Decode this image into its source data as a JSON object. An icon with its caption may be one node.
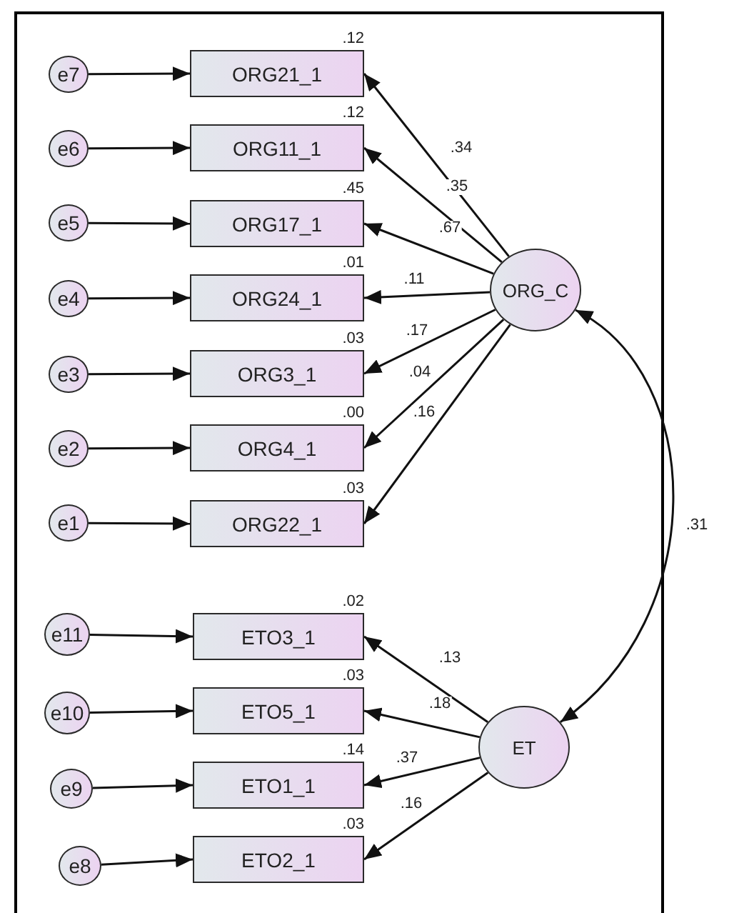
{
  "diagram": {
    "nodes": [
      {
        "text": [
          "e7"
        ]
      },
      {
        "text": [
          "ORG21_1"
        ],
        "beside": [
          ".12"
        ]
      },
      {
        "text": [
          "e6"
        ]
      },
      {
        "text": [
          "ORG11_1"
        ],
        "beside": [
          ".12"
        ]
      },
      {
        "text": [
          "e5"
        ]
      },
      {
        "text": [
          "ORG17_1"
        ],
        "beside": [
          ".45"
        ]
      },
      {
        "text": [
          "e4"
        ]
      },
      {
        "text": [
          "ORG24_1"
        ],
        "beside": [
          ".01"
        ]
      },
      {
        "text": [
          "ORG_C"
        ]
      },
      {
        "text": [
          "e3"
        ]
      },
      {
        "text": [
          "ORG3_1"
        ],
        "beside": [
          ".03"
        ]
      },
      {
        "text": [
          "e2"
        ]
      },
      {
        "text": [
          "ORG4_1"
        ],
        "beside": [
          ".00"
        ]
      },
      {
        "text": [
          "e1"
        ]
      },
      {
        "text": [
          "ORG22_1"
        ],
        "beside": [
          ".03"
        ]
      },
      {
        "text": [
          "e11"
        ]
      },
      {
        "text": [
          "ETO3_1"
        ],
        "beside": [
          ".02"
        ]
      },
      {
        "text": [
          "e10"
        ]
      },
      {
        "text": [
          "ETO5_1"
        ],
        "beside": [
          ".03"
        ]
      },
      {
        "text": [
          "ET"
        ]
      },
      {
        "text": [
          "e9"
        ]
      },
      {
        "text": [
          "ETO1_1"
        ],
        "beside": [
          ".14"
        ]
      },
      {
        "text": [
          "e8"
        ]
      },
      {
        "text": [
          "ETO2_1"
        ],
        "beside": [
          ".03"
        ]
      }
    ],
    "edges": [
      {
        "from": 0,
        "to": 1,
        "arrow": "to"
      },
      {
        "from": 2,
        "to": 3,
        "arrow": "to"
      },
      {
        "from": 4,
        "to": 5,
        "arrow": "to"
      },
      {
        "from": 6,
        "to": 7,
        "arrow": "to"
      },
      {
        "from": 9,
        "to": 10,
        "arrow": "to"
      },
      {
        "from": 11,
        "to": 12,
        "arrow": "to"
      },
      {
        "from": 13,
        "to": 14,
        "arrow": "to"
      },
      {
        "from": 15,
        "to": 16,
        "arrow": "to"
      },
      {
        "from": 17,
        "to": 18,
        "arrow": "to"
      },
      {
        "from": 20,
        "to": 21,
        "arrow": "to"
      },
      {
        "from": 22,
        "to": 23,
        "arrow": "to"
      },
      {
        "from": 8,
        "to": 1,
        "arrow": "to",
        "label": ".34"
      },
      {
        "from": 8,
        "to": 3,
        "arrow": "to",
        "label": ".35"
      },
      {
        "from": 8,
        "to": 5,
        "arrow": "to",
        "label": ".67"
      },
      {
        "from": 8,
        "to": 7,
        "arrow": "to",
        "label": ".11"
      },
      {
        "from": 8,
        "to": 10,
        "arrow": "to",
        "label": ".17"
      },
      {
        "from": 8,
        "to": 12,
        "arrow": "to",
        "label": ".04"
      },
      {
        "from": 8,
        "to": 14,
        "arrow": "to",
        "label": ".16"
      },
      {
        "from": 19,
        "to": 16,
        "arrow": "to",
        "label": ".13"
      },
      {
        "from": 19,
        "to": 18,
        "arrow": "to",
        "label": ".18"
      },
      {
        "from": 19,
        "to": 21,
        "arrow": "to",
        "label": ".37"
      },
      {
        "from": 19,
        "to": 23,
        "arrow": "to",
        "label": ".16"
      },
      {
        "from": 8,
        "to": 19,
        "arrow": "both",
        "label": ".31"
      }
    ]
  }
}
